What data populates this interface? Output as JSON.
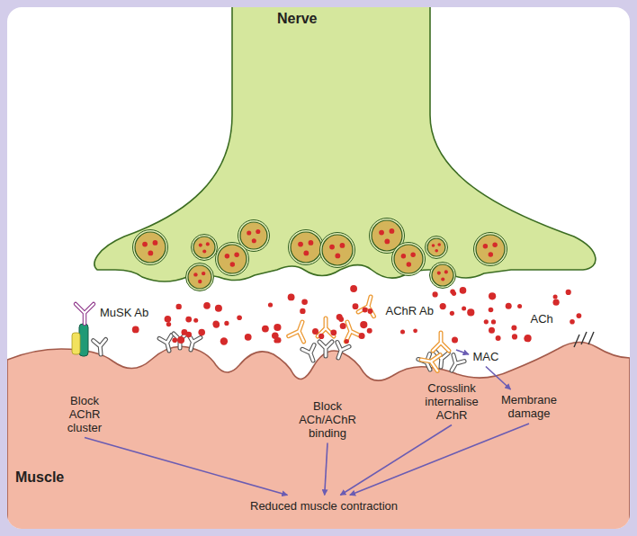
{
  "diagram": {
    "nodes": [
      {
        "text": [
          "Nerve"
        ]
      },
      {
        "text": [
          "Muscle"
        ]
      },
      {
        "text": [
          "Block AChR cluster"
        ],
        "in": 1
      },
      {
        "text": [
          "Block ACh/AChR binding"
        ],
        "in": 1
      },
      {
        "text": [
          "Crosslink internalise AChR"
        ],
        "in": 1
      },
      {
        "text": [
          "Membrane damage"
        ],
        "in": 1
      },
      {
        "text": [
          "Reduced muscle contraction"
        ],
        "in": 1
      },
      {
        "text": [
          "MAC"
        ]
      }
    ],
    "edges": [
      {
        "from": 2,
        "to": 6,
        "arrow": "to"
      },
      {
        "from": 3,
        "to": 6,
        "arrow": "to"
      },
      {
        "from": 4,
        "to": 6,
        "arrow": "to"
      },
      {
        "from": 5,
        "to": 6,
        "arrow": "to"
      },
      {
        "from": 7,
        "to": 5,
        "arrow": "to"
      }
    ],
    "labels": [
      "MuSK Ab",
      "AChR Ab",
      "ACh"
    ]
  }
}
